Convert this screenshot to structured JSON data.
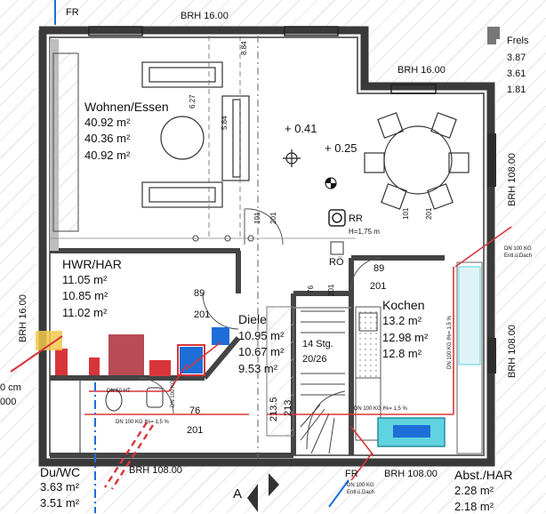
{
  "top": {
    "fr": "FR",
    "brh": "BRH 16.00",
    "dim": "8.84"
  },
  "right_top": {
    "label": "Frels",
    "values": [
      "3.87",
      "3.61",
      "1.81"
    ]
  },
  "brh_right_top": "BRH 16.00",
  "wohnen": {
    "name": "Wohnen/Essen",
    "areas": [
      "40.92 m²",
      "40.36 m²",
      "40.92 m²"
    ]
  },
  "dims_wohnen": [
    "6.27",
    "5.84"
  ],
  "levels": [
    "+ 0.41",
    "+ 0.25"
  ],
  "dims_101_201_left": [
    "101",
    "201"
  ],
  "dims_101_201_right": [
    "101",
    "201"
  ],
  "rr": {
    "name": "RR",
    "height": "H=1,75 m"
  },
  "ro": "RÖ",
  "brh_right_side": [
    "BRH 108.00",
    "BRH 108.00"
  ],
  "dn_right": [
    "DN 100 KG",
    "Entl.ü.Dach"
  ],
  "hwr": {
    "name": "HWR/HAR",
    "areas": [
      "11.05 m²",
      "10.85 m²",
      "11.02 m²"
    ]
  },
  "brh_left": "BRH 16.00",
  "door_hwr": [
    "89",
    "201"
  ],
  "door_kochen": [
    "89",
    "201"
  ],
  "diele": {
    "name": "Diele",
    "areas": [
      "10.95 m²",
      "10.67 m²",
      "9.53 m²"
    ]
  },
  "stairs": {
    "steps": "14 Stg.",
    "ratio": "20/26",
    "dims": [
      "76",
      "201"
    ]
  },
  "kochen": {
    "name": "Kochen",
    "areas": [
      "13.2 m²",
      "12.98 m²",
      "12.8 m²"
    ]
  },
  "dn_kochen_vertical": "DN 100 KG I%= 1,5 %",
  "dn_kochen_horizontal": "DN 100 KG I%= 1,5 %",
  "dn_wc": [
    "DN 50 HT",
    "DN 100 KG",
    "DN 100 KG I%= 1,5 %"
  ],
  "dims_213": [
    "213.5",
    "213"
  ],
  "door_wc": [
    "76",
    "201"
  ],
  "left_edge": [
    "0 cm",
    "000"
  ],
  "du_wc": {
    "name": "Du/WC",
    "areas": [
      "3.63 m²",
      "3.51 m²"
    ]
  },
  "brh_bottom_left": "BRH 108.00",
  "bottom_fr": {
    "label": "FR",
    "lines": [
      "DN 100 KG",
      "Entl.ü.Dach"
    ]
  },
  "brh_bottom_right": "BRH 108.00",
  "abst": {
    "name": "Abst./HAR",
    "areas": [
      "2.28 m²",
      "2.18 m²"
    ]
  },
  "section": "A",
  "colors": {
    "red": "#d8353a",
    "blue": "#1e6ed8",
    "cyan": "#5fd3e0",
    "wall": "#3a3a3a",
    "light_wall": "#bdbdbd"
  }
}
